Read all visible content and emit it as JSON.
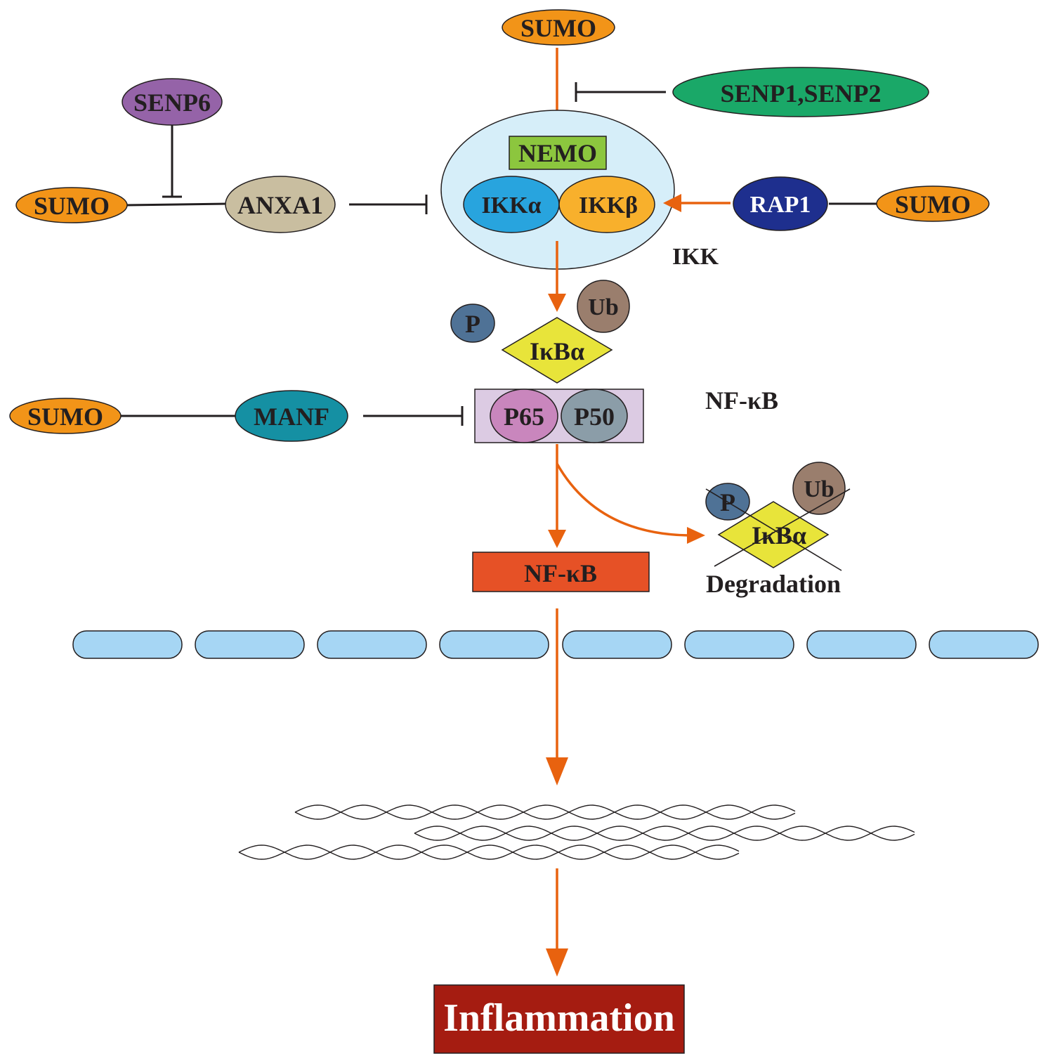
{
  "colors": {
    "sumo": "#f29418",
    "senp1_2": "#1aa868",
    "senp6": "#9563a8",
    "anxa1": "#c9bea0",
    "ikk_complex": "#d6eef9",
    "nemo": "#8cc63e",
    "ikk_alpha": "#28a4de",
    "ikk_beta": "#f8b02c",
    "rap1": "#1e2f8e",
    "phospho": "#4f7296",
    "ubiquitin": "#9a7e6d",
    "ikb_alpha": "#e8e43a",
    "nfkb_box": "#dccbe3",
    "p65": "#c986bd",
    "p50": "#8b9da8",
    "manf": "#1590a3",
    "nfkb_active": "#e65126",
    "membrane": "#a6d6f4",
    "inflammation": "#a51c11",
    "activation_arrow": "#e8620f"
  },
  "nodes": {
    "sumo_top": "SUMO",
    "senp1_senp2": "SENP1,SENP2",
    "senp6": "SENP6",
    "sumo_left": "SUMO",
    "anxa1": "ANXA1",
    "nemo": "NEMO",
    "ikk_alpha": "IKKα",
    "ikk_beta": "IKKβ",
    "ikk_label": "IKK",
    "rap1": "RAP1",
    "sumo_right": "SUMO",
    "p_upper": "P",
    "ub_upper": "Ub",
    "ikb_alpha_upper": "IκBα",
    "nfkb_complex_label": "NF-κB",
    "sumo_manf": "SUMO",
    "manf": "MANF",
    "p65": "P65",
    "p50": "P50",
    "nfkb_active": "NF-κB",
    "p_degraded": "P",
    "ub_degraded": "Ub",
    "ikb_alpha_degraded": "IκBα",
    "degradation": "Degradation",
    "inflammation": "Inflammation"
  }
}
